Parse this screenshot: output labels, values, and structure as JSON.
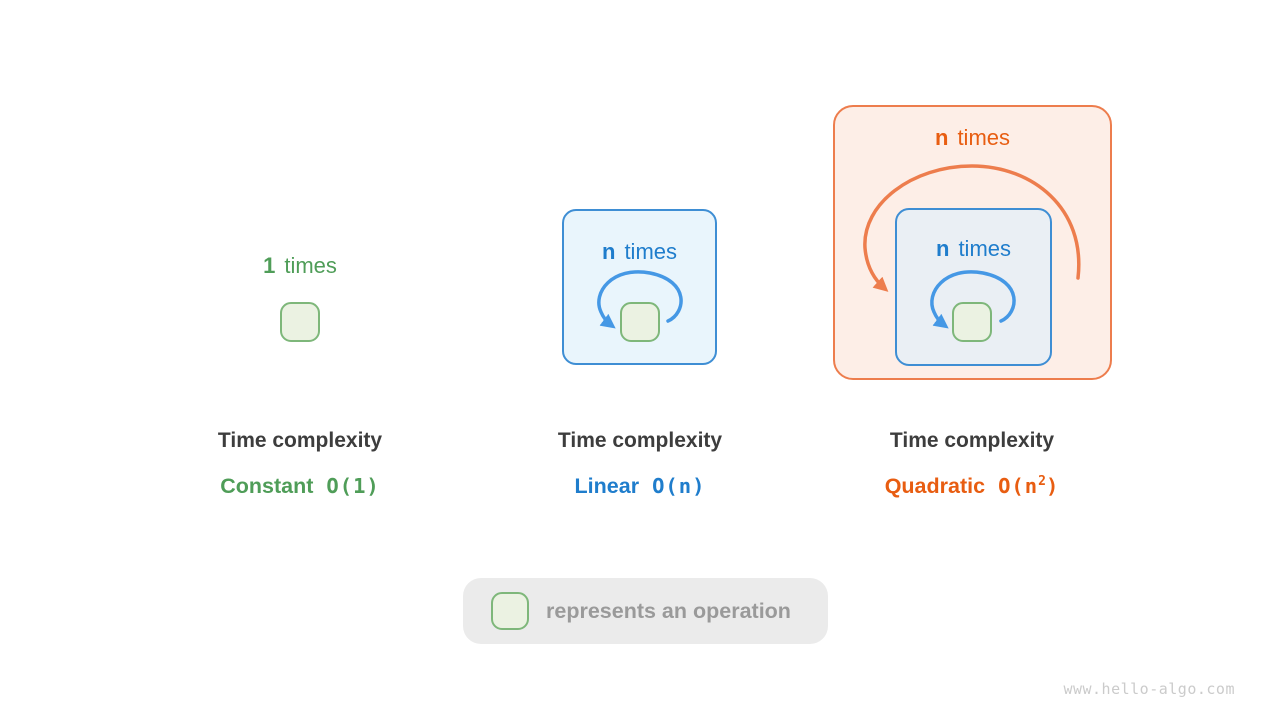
{
  "colors": {
    "green_text": "#4F9D58",
    "green_box_fill": "#EBF2E2",
    "green_box_border": "#7EB77A",
    "blue_text": "#1F7DCC",
    "blue_loop": "#4598E5",
    "blue_panel_border": "#3E8ED4",
    "blue_panel_fill": "#E9F5FC",
    "inner_blue_panel_fill": "#EAEFF4",
    "orange_text": "#E85D11",
    "orange_panel_border": "#ED7D4D",
    "orange_panel_fill": "#FDEEE7",
    "caption_text": "#3D3D3D",
    "legend_background": "#EBEBEB",
    "legend_text": "#9A9A9A",
    "watermark_text": "#CBCBCB"
  },
  "constant": {
    "count": "1",
    "times_word": "times",
    "caption_title": "Time complexity",
    "complexity_name": "Constant",
    "notation": "O(1)"
  },
  "linear": {
    "count": "n",
    "times_word": "times",
    "caption_title": "Time complexity",
    "complexity_name": "Linear",
    "notation": "O(n)"
  },
  "quadratic": {
    "outer_count": "n",
    "outer_times_word": "times",
    "inner_count": "n",
    "inner_times_word": "times",
    "caption_title": "Time complexity",
    "complexity_name": "Quadratic",
    "notation_base": "O(n",
    "notation_superscript": "2",
    "notation_close": ")"
  },
  "legend": {
    "label": "represents an operation"
  },
  "watermark": "www.hello-algo.com"
}
